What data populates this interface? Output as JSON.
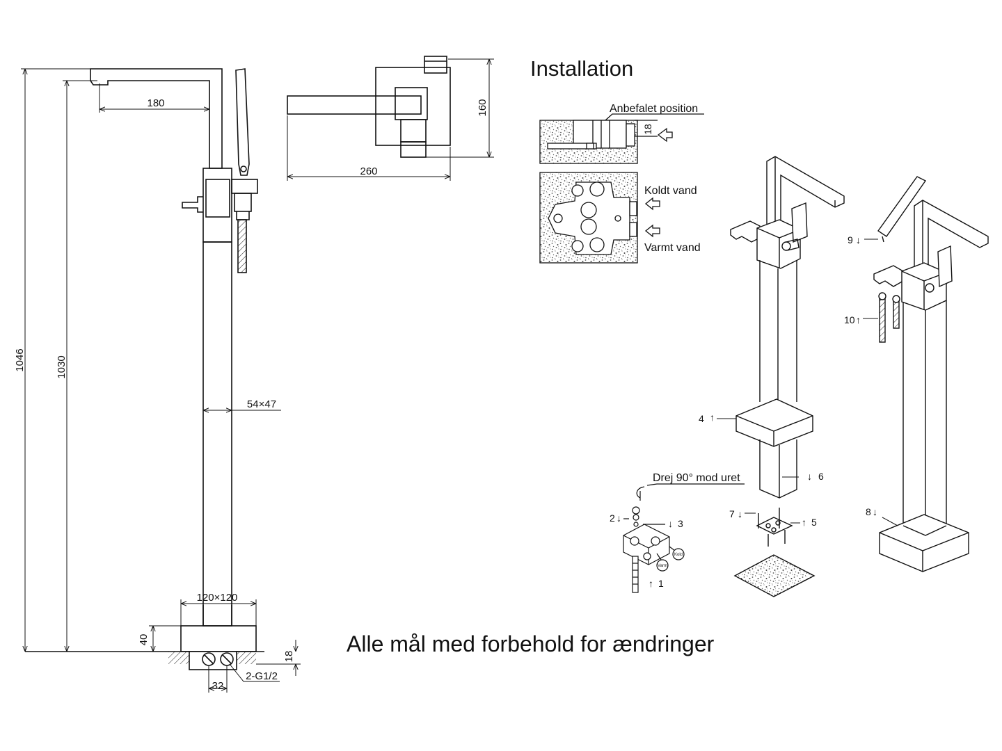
{
  "heading": "Installation",
  "footer": "Alle mål med forbehold for ændringer",
  "dimensions": {
    "total_height": "1046",
    "body_height": "1030",
    "spout_reach": "180",
    "column_size": "54×47",
    "base_size": "120×120",
    "base_height": "40",
    "floor_depth": "18",
    "connection_spacing": "32",
    "connection_thread": "2-G1/2",
    "top_view_width": "260",
    "top_view_height": "160"
  },
  "install": {
    "recommended_position": "Anbefalet position",
    "recommended_depth": "18",
    "cold_water": "Koldt vand",
    "hot_water": "Varmt vand",
    "rotate_note": "Drej 90° mod uret",
    "tag_warm": "Varm",
    "tag_cold": "Kold"
  },
  "steps": {
    "s1": "1",
    "s2": "2",
    "s3": "3",
    "s4": "4",
    "s5": "5",
    "s6": "6",
    "s7": "7",
    "s8": "8",
    "s9": "9",
    "s10": "10"
  },
  "colors": {
    "line": "#111111",
    "hatch": "#9a9a9a",
    "background": "#ffffff"
  }
}
